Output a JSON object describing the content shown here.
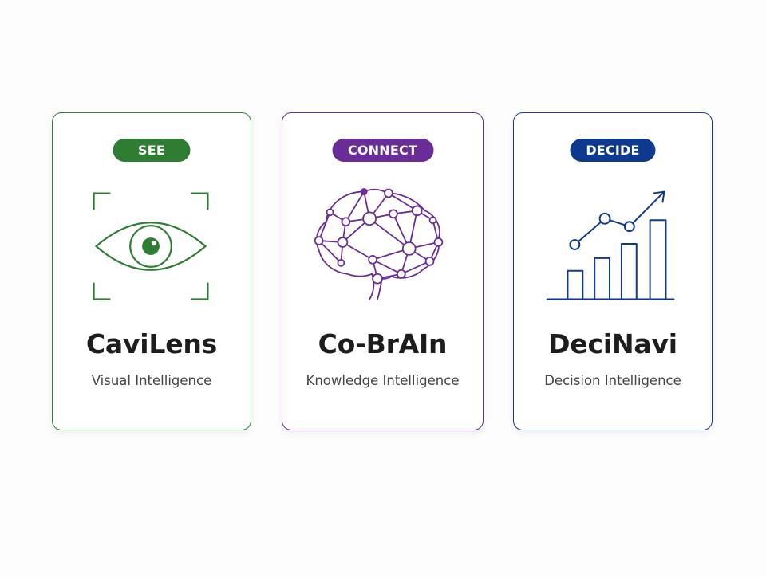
{
  "cards": [
    {
      "badge": "SEE",
      "name": "CaviLens",
      "tagline": "Visual Intelligence",
      "accent_color": "#2e7d32",
      "icon": "eye-in-viewfinder-icon"
    },
    {
      "badge": "CONNECT",
      "name": "Co-BrAIn",
      "tagline": "Knowledge Intelligence",
      "accent_color": "#6a2c97",
      "icon": "brain-network-icon"
    },
    {
      "badge": "DECIDE",
      "name": "DeciNavi",
      "tagline": "Decision Intelligence",
      "accent_color": "#0d3a8e",
      "icon": "bar-chart-trend-icon"
    }
  ]
}
